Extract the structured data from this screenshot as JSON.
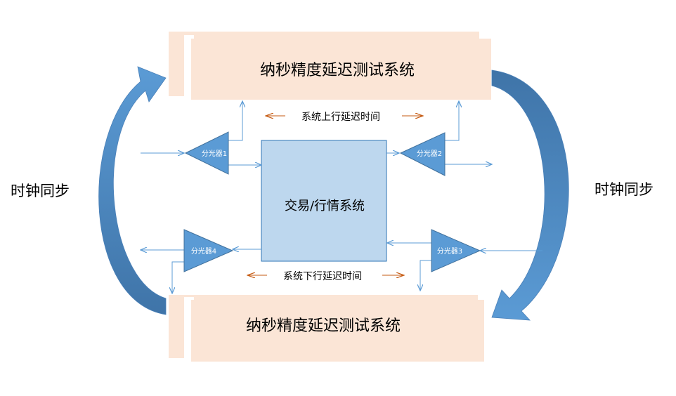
{
  "top_system": {
    "label": "纳秒精度延迟测试系统"
  },
  "bottom_system": {
    "label": "纳秒精度延迟测试系统"
  },
  "central_system": {
    "label": "交易/行情系统"
  },
  "clock_sync": {
    "left_label": "时钟同步",
    "right_label": "时钟同步"
  },
  "latency": {
    "uplink_label": "系统上行延迟时间",
    "downlink_label": "系统下行延迟时间"
  },
  "splitters": [
    {
      "id": 1,
      "label": "分光器1"
    },
    {
      "id": 2,
      "label": "分光器2"
    },
    {
      "id": 3,
      "label": "分光器3"
    },
    {
      "id": 4,
      "label": "分光器4"
    }
  ],
  "colors": {
    "box_fill": "#fbe5d6",
    "center_fill": "#bdd7ee",
    "center_stroke": "#2e75b6",
    "splitter_fill": "#5b9bd5",
    "arrow_blue": "#5b9bd5",
    "arrow_dark_blue": "#41719c",
    "latency_arrow": "#c55a11"
  }
}
